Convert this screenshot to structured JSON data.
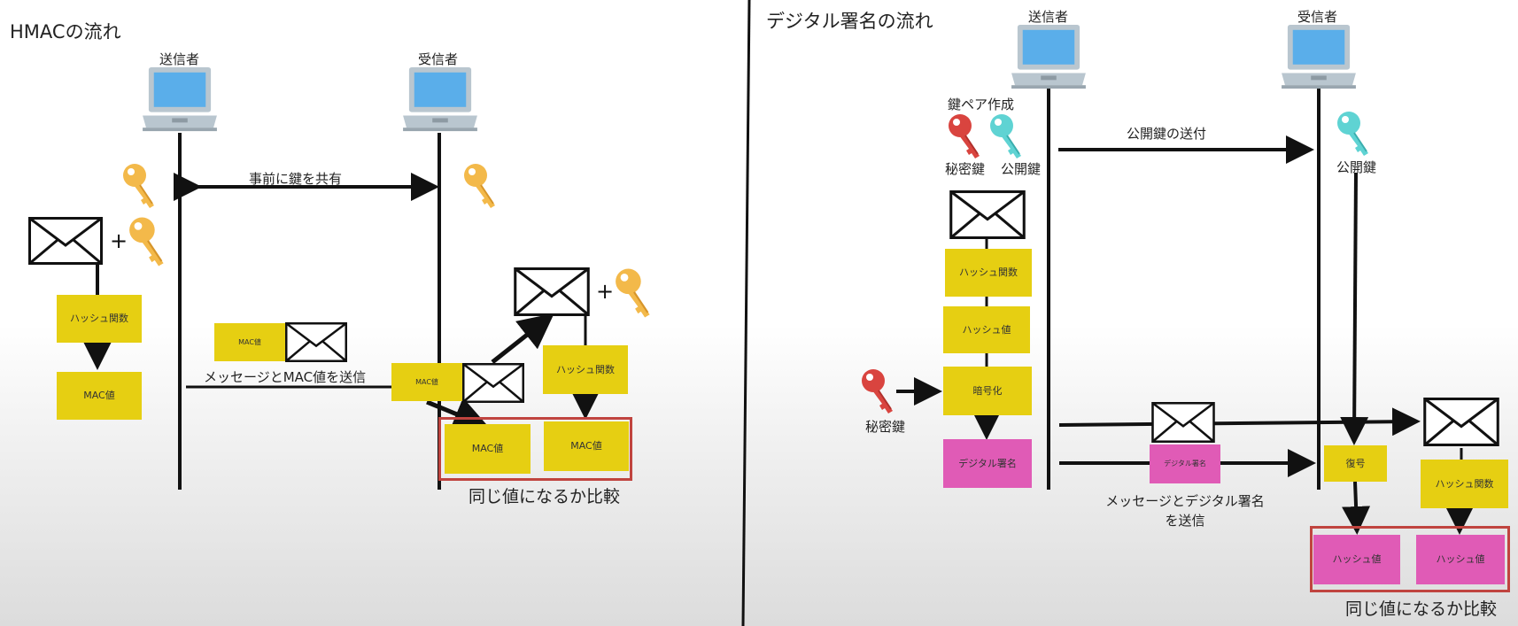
{
  "hmac": {
    "title": "HMACの流れ",
    "sender_label": "送信者",
    "receiver_label": "受信者",
    "share_key_label": "事前に鍵を共有",
    "hash_function_label": "ハッシュ関数",
    "mac_value_label": "MAC値",
    "mac_value_small_label": "MAC値",
    "send_label": "メッセージとMAC値を送信",
    "receiver_hash_function_label": "ハッシュ関数",
    "compare_mac_left": "MAC値",
    "compare_mac_right": "MAC値",
    "compare_label": "同じ値になるか比較",
    "plus_sign": "+"
  },
  "signature": {
    "title": "デジタル署名の流れ",
    "sender_label": "送信者",
    "receiver_label": "受信者",
    "key_pair_label": "鍵ペア作成",
    "private_key_label": "秘密鍵",
    "public_key_label": "公開鍵",
    "send_public_key_label": "公開鍵の送付",
    "receiver_public_key_label": "公開鍵",
    "hash_function_label": "ハッシュ関数",
    "hash_value_label": "ハッシュ値",
    "encrypt_label": "暗号化",
    "digital_signature_label": "デジタル署名",
    "digital_signature_small_label": "デジタル署名",
    "private_key_side_label": "秘密鍵",
    "send_line1": "メッセージとデジタル署名",
    "send_line2": "を送信",
    "decrypt_label": "復号",
    "receiver_hash_function_label": "ハッシュ関数",
    "compare_hash_left": "ハッシュ値",
    "compare_hash_right": "ハッシュ値",
    "compare_label": "同じ値になるか比較"
  },
  "colors": {
    "yellow_box": "#e6cf12",
    "pink_box": "#e05bb6",
    "compare_border": "#c0443f",
    "gold_key": "#f3b94a",
    "red_key": "#d9443f",
    "cyan_key": "#5fd3d3",
    "laptop_screen": "#5aaeea",
    "laptop_body": "#b9c6cf"
  },
  "icons": [
    "laptop-icon",
    "envelope-icon",
    "gold-key-icon",
    "red-key-icon",
    "cyan-key-icon"
  ]
}
